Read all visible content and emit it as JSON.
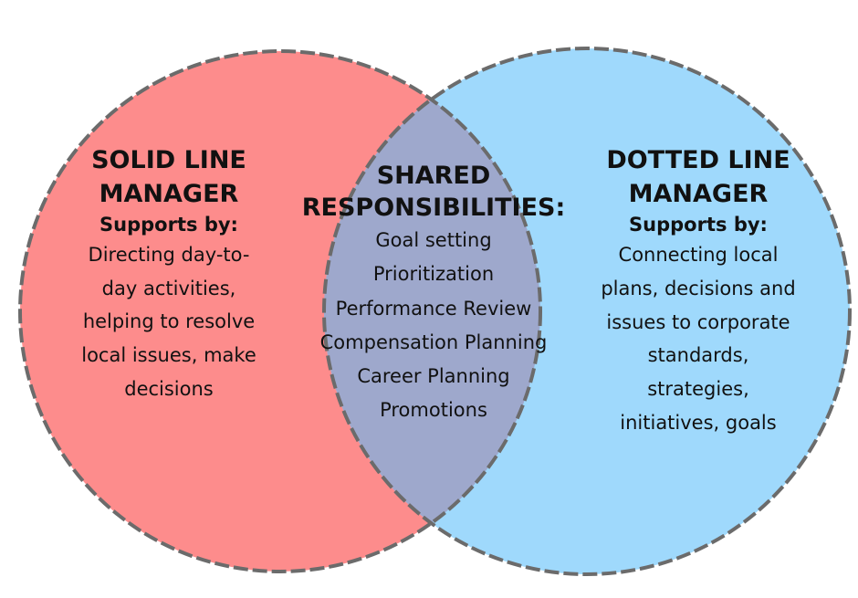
{
  "left": {
    "title_line1": "SOLID LINE",
    "title_line2": "MANAGER",
    "supports_label": "Supports by:",
    "lines": [
      "Directing day-to-",
      "day activities,",
      "helping to resolve",
      "local issues, make",
      "decisions"
    ]
  },
  "right": {
    "title_line1": "DOTTED LINE",
    "title_line2": "MANAGER",
    "supports_label": "Supports by:",
    "lines": [
      "Connecting local",
      "plans, decisions and",
      "issues to corporate",
      "standards,",
      "strategies,",
      "initiatives, goals"
    ]
  },
  "center": {
    "title_line1": "SHARED",
    "title_line2": "RESPONSIBILITIES:",
    "items": [
      "Goal setting",
      "Prioritization",
      "Performance Review",
      "Compensation Planning",
      "Career Planning",
      "Promotions"
    ]
  },
  "colors": {
    "left_fill": "#fd8c8c",
    "right_fill": "#9fd9fc",
    "overlap_fill": "#9ea8cc",
    "outline": "#6b6b6b"
  }
}
